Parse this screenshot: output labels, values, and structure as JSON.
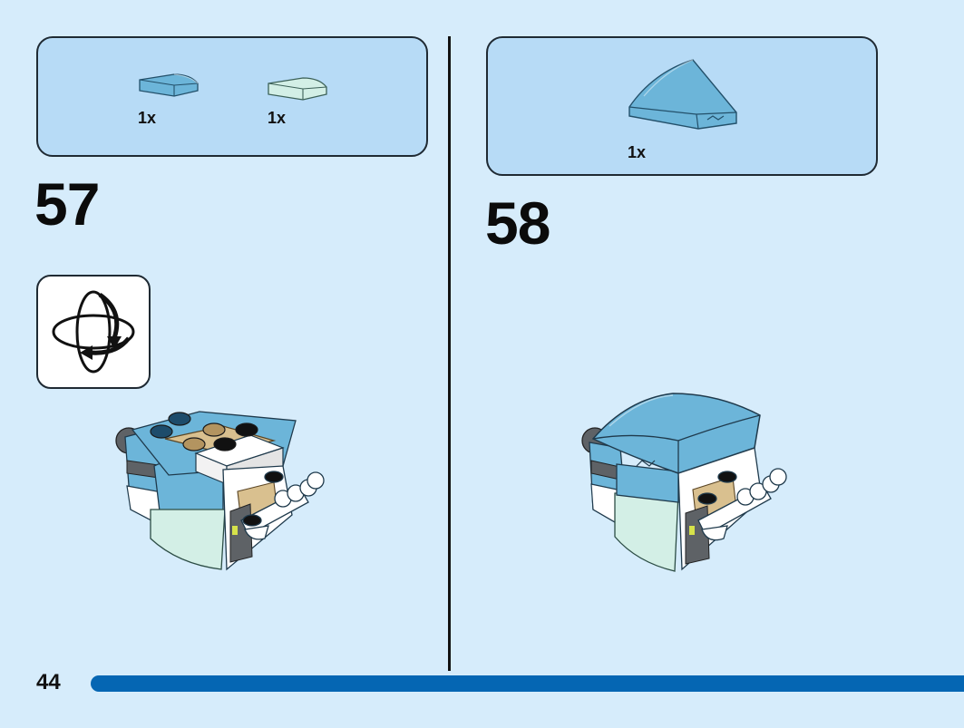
{
  "page": {
    "number": "44",
    "progress": 1.0,
    "colors": {
      "background": "#d6ecfb",
      "parts_box": "#b7dbf6",
      "progress_bar": "#0566b3",
      "medium_azure": "#6cb5d9",
      "light_aqua": "#d3efe6",
      "tan": "#d9c08f"
    }
  },
  "steps": [
    {
      "number": "57",
      "parts": [
        {
          "name": "medium-azure-curved-slope-1x2",
          "qty": "1x"
        },
        {
          "name": "light-aqua-curved-slope-1x2",
          "qty": "1x"
        }
      ],
      "rotate_icon": "rotate-model-icon"
    },
    {
      "number": "58",
      "parts": [
        {
          "name": "medium-azure-curved-wedge-4x4",
          "qty": "1x"
        }
      ]
    }
  ]
}
